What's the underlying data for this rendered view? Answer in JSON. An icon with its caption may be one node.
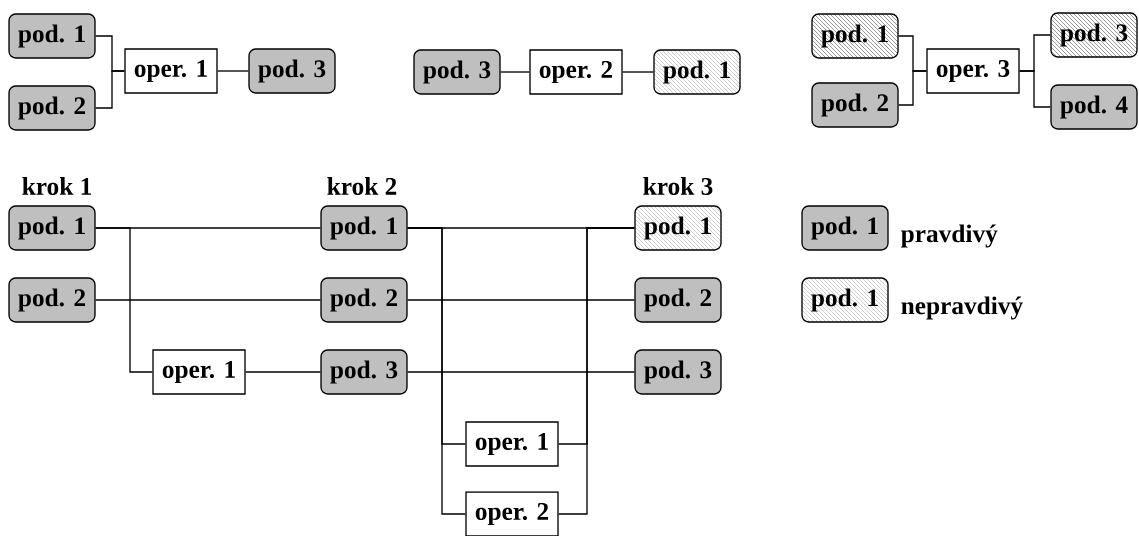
{
  "diagram": {
    "nodes": [
      {
        "text": [
          "pod. 1"
        ]
      },
      {
        "text": [
          "pod. 2"
        ]
      },
      {
        "text": [
          "oper. 1"
        ]
      },
      {
        "text": [
          "pod. 3"
        ]
      },
      {
        "text": [
          "pod. 3"
        ]
      },
      {
        "text": [
          "oper. 2"
        ]
      },
      {
        "text": [
          "pod. 1"
        ]
      },
      {
        "text": [
          "pod. 1"
        ]
      },
      {
        "text": [
          "pod. 2"
        ]
      },
      {
        "text": [
          "oper. 3"
        ]
      },
      {
        "text": [
          "pod. 3"
        ]
      },
      {
        "text": [
          "pod. 4"
        ]
      },
      {
        "text": [
          "pod. 1"
        ]
      },
      {
        "text": [
          "pod. 2"
        ]
      },
      {
        "text": [
          "oper. 1"
        ]
      },
      {
        "text": [
          "pod. 1"
        ]
      },
      {
        "text": [
          "pod. 2"
        ]
      },
      {
        "text": [
          "pod. 3"
        ]
      },
      {
        "text": [
          "pod. 1"
        ]
      },
      {
        "text": [
          "pod. 2"
        ]
      },
      {
        "text": [
          "pod. 3"
        ]
      },
      {
        "text": [
          "oper. 1"
        ]
      },
      {
        "text": [
          "oper. 2"
        ]
      },
      {
        "text": [
          "pod. 1"
        ],
        "beside": [
          "pravdivý"
        ]
      },
      {
        "text": [
          "pod. 1"
        ],
        "beside": [
          "nepravdivý"
        ]
      }
    ],
    "edges": [
      {
        "from": 0,
        "to": 2,
        "arrow": "none"
      },
      {
        "from": 1,
        "to": 2,
        "arrow": "none"
      },
      {
        "from": 2,
        "to": 3,
        "arrow": "none"
      },
      {
        "from": 4,
        "to": 5,
        "arrow": "none"
      },
      {
        "from": 5,
        "to": 6,
        "arrow": "none"
      },
      {
        "from": 7,
        "to": 9,
        "arrow": "none"
      },
      {
        "from": 8,
        "to": 9,
        "arrow": "none"
      },
      {
        "from": 9,
        "to": 10,
        "arrow": "none"
      },
      {
        "from": 9,
        "to": 11,
        "arrow": "none"
      },
      {
        "from": 12,
        "to": 15,
        "arrow": "none"
      },
      {
        "from": 12,
        "to": 14,
        "arrow": "none"
      },
      {
        "from": 13,
        "to": 16,
        "arrow": "none"
      },
      {
        "from": 14,
        "to": 17,
        "arrow": "none"
      },
      {
        "from": 15,
        "to": 18,
        "arrow": "none"
      },
      {
        "from": 15,
        "to": 21,
        "arrow": "none"
      },
      {
        "from": 15,
        "to": 22,
        "arrow": "none"
      },
      {
        "from": 16,
        "to": 19,
        "arrow": "none"
      },
      {
        "from": 17,
        "to": 20,
        "arrow": "none"
      },
      {
        "from": 21,
        "to": 18,
        "arrow": "none"
      },
      {
        "from": 22,
        "to": 18,
        "arrow": "none"
      }
    ],
    "labels": [
      "krok 1",
      "krok 2",
      "krok 3"
    ]
  }
}
